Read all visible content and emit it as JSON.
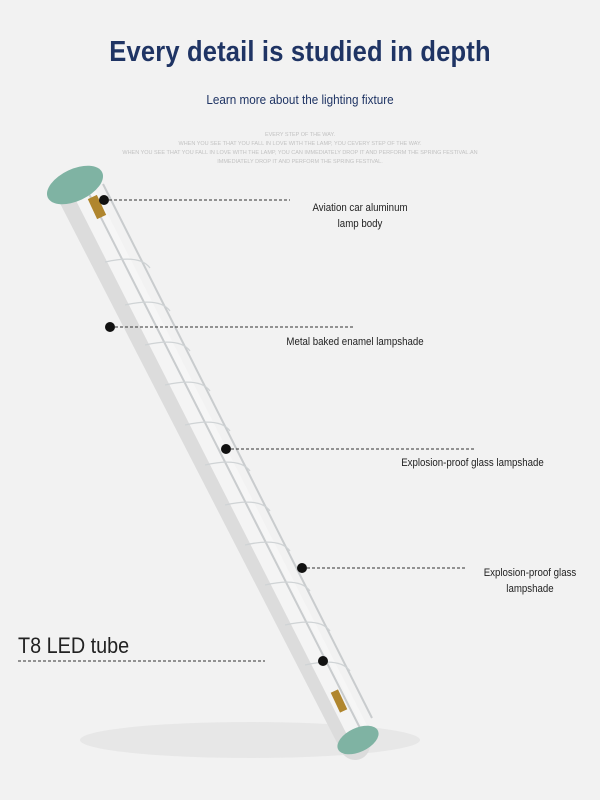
{
  "header": {
    "title": "Every detail is studied in depth",
    "subtitle": "Learn more about the lighting fixture"
  },
  "fine_print": [
    "EVERY STEP OF THE WAY.",
    "WHEN YOU SEE THAT YOU FALL IN LOVE WITH THE LAMP, YOU CEVERY STEP OF THE WAY.",
    "WHEN YOU SEE THAT YOU FALL IN LOVE WITH THE LAMP, YOU CAN IMMEDIATELY DROP IT AND PERFORM THE SPRING FESTIVAL.AN",
    "IMMEDIATELY DROP IT AND PERFORM THE SPRING FESTIVAL."
  ],
  "callouts": [
    {
      "line1": "Aviation car aluminum",
      "line2": "lamp body"
    },
    {
      "line1": "Metal baked enamel lampshade",
      "line2": ""
    },
    {
      "line1": "Explosion-proof glass lampshade",
      "line2": ""
    },
    {
      "line1": "Explosion-proof glass",
      "line2": "lampshade"
    },
    {
      "line1": "T8 LED tube",
      "line2": ""
    }
  ],
  "colors": {
    "title": "#1f3464",
    "cap": "#7fb3a3",
    "background": "#f2f2f2"
  }
}
